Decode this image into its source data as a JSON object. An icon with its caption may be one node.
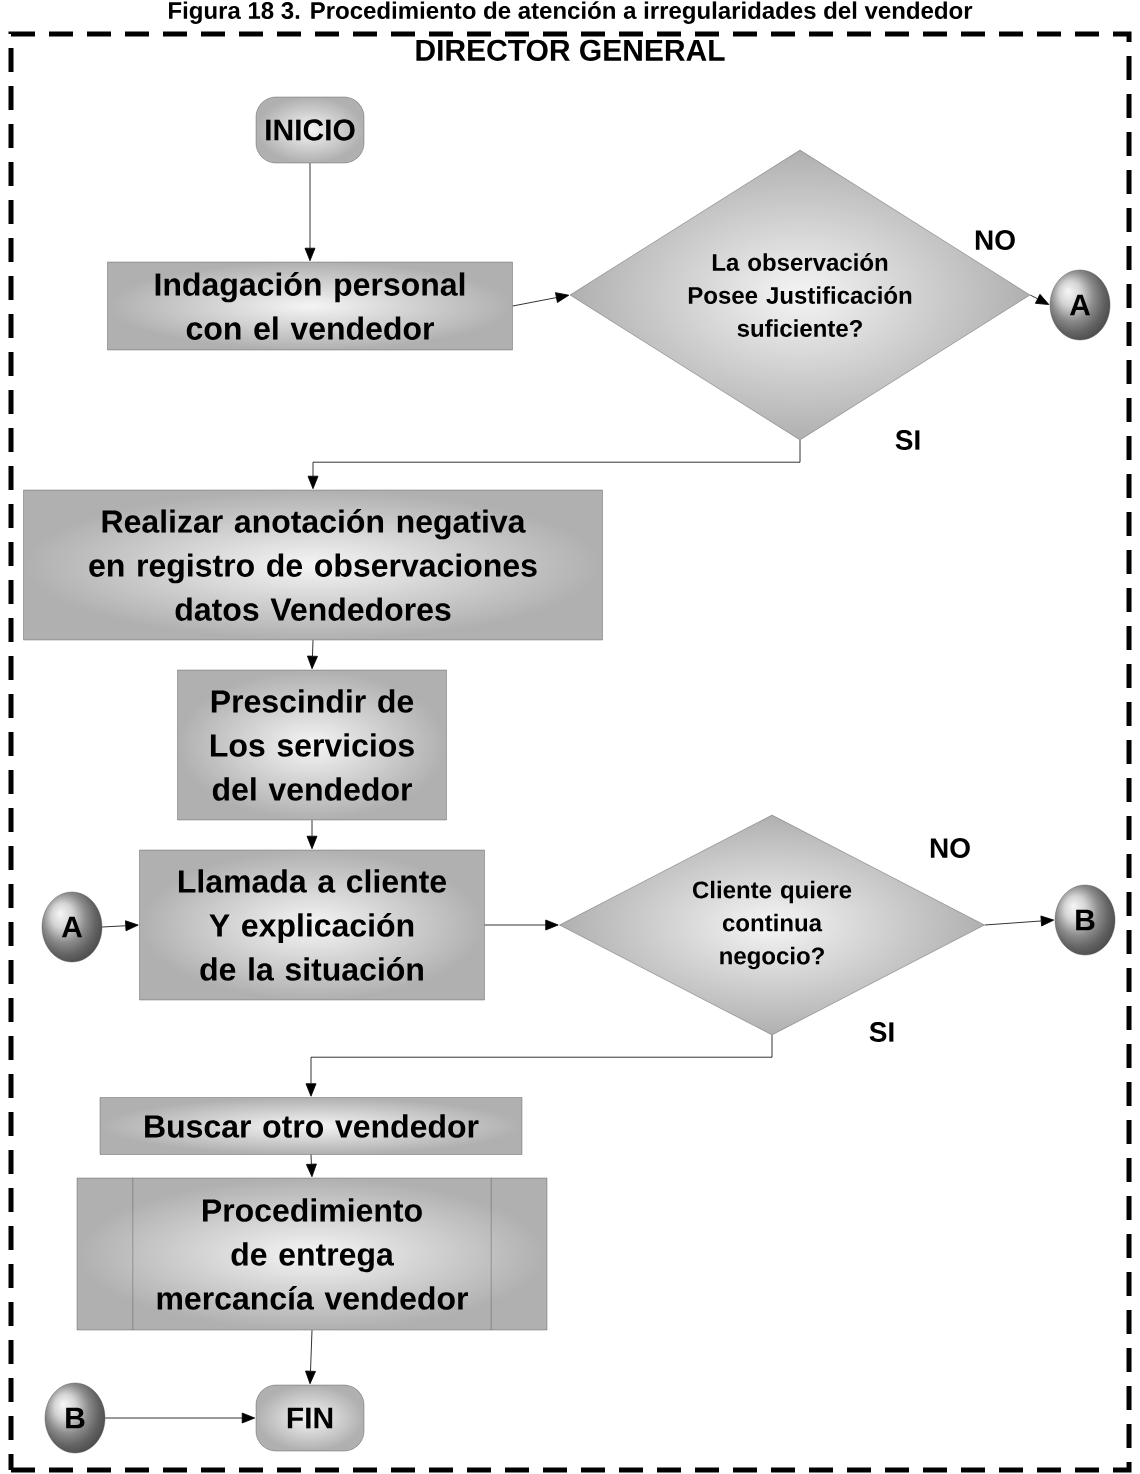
{
  "diagram": {
    "title": "Figura 18 3. Procedimiento de atención a irregularidades del vendedor",
    "nodes": [
      {
        "text": [
          "DIRECTOR GENERAL"
        ]
      },
      {
        "text": [
          "INICIO"
        ],
        "in": 0
      },
      {
        "text": [
          "Indagación personal con el vendedor"
        ],
        "in": 0
      },
      {
        "text": [
          "La observación Posee Justificación suficiente?"
        ],
        "in": 0
      },
      {
        "text": [
          "A"
        ],
        "in": 0
      },
      {
        "text": [
          "Realizar anotación negativa en registro de observaciones datos Vendedores"
        ],
        "in": 0
      },
      {
        "text": [
          "Prescindir de Los servicios del vendedor"
        ],
        "in": 0
      },
      {
        "text": [
          "A"
        ],
        "in": 0
      },
      {
        "text": [
          "Llamada a cliente Y explicación de la situación"
        ],
        "in": 0
      },
      {
        "text": [
          "Cliente quiere continua negocio?"
        ],
        "in": 0
      },
      {
        "text": [
          "B"
        ],
        "in": 0
      },
      {
        "text": [
          "Buscar otro vendedor"
        ],
        "in": 0
      },
      {
        "text": [
          "Procedimiento de entrega mercancía vendedor"
        ],
        "in": 0
      },
      {
        "text": [
          "B"
        ],
        "in": 0
      },
      {
        "text": [
          "FIN"
        ],
        "in": 0
      }
    ],
    "edges": [
      {
        "from": 1,
        "to": 2,
        "arrow": "to"
      },
      {
        "from": 2,
        "to": 3,
        "arrow": "to"
      },
      {
        "from": 3,
        "to": 4,
        "arrow": "to",
        "label": "NO"
      },
      {
        "from": 3,
        "to": 5,
        "arrow": "to",
        "label": "SI"
      },
      {
        "from": 5,
        "to": 6,
        "arrow": "to"
      },
      {
        "from": 6,
        "to": 8,
        "arrow": "to"
      },
      {
        "from": 7,
        "to": 8,
        "arrow": "to"
      },
      {
        "from": 8,
        "to": 9,
        "arrow": "to"
      },
      {
        "from": 9,
        "to": 10,
        "arrow": "to",
        "label": "NO"
      },
      {
        "from": 9,
        "to": 11,
        "arrow": "to",
        "label": "SI"
      },
      {
        "from": 11,
        "to": 12,
        "arrow": "to"
      },
      {
        "from": 12,
        "to": 14,
        "arrow": "to"
      },
      {
        "from": 13,
        "to": 14,
        "arrow": "to"
      }
    ]
  }
}
